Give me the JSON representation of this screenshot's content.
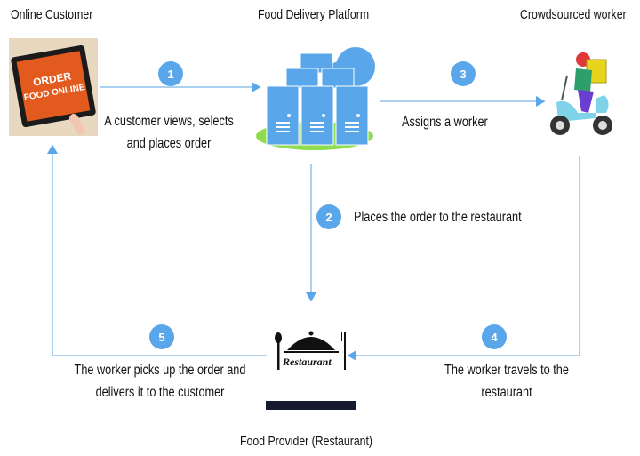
{
  "actors": {
    "customer": "Online Customer",
    "platform": "Food Delivery Platform",
    "worker": "Crowdsourced worker",
    "restaurant": "Food Provider (Restaurant)"
  },
  "icons": {
    "customer_tablet": {
      "line1": "ORDER",
      "line2": "FOOD ONLINE"
    },
    "restaurant_logo": "Restaurant"
  },
  "steps": [
    {
      "number": "1",
      "text": "A customer views, selects",
      "text2": "and places order"
    },
    {
      "number": "2",
      "text": "Places the order to the restaurant"
    },
    {
      "number": "3",
      "text": "Assigns a worker"
    },
    {
      "number": "4",
      "text": "The worker travels to the",
      "text2": "restaurant"
    },
    {
      "number": "5",
      "text": "The worker picks up the order and",
      "text2": "delivers it to the customer"
    }
  ],
  "colors": {
    "accent": "#5aa6ea",
    "line": "#8fc0ec",
    "ellipse": "#8edc4f"
  }
}
